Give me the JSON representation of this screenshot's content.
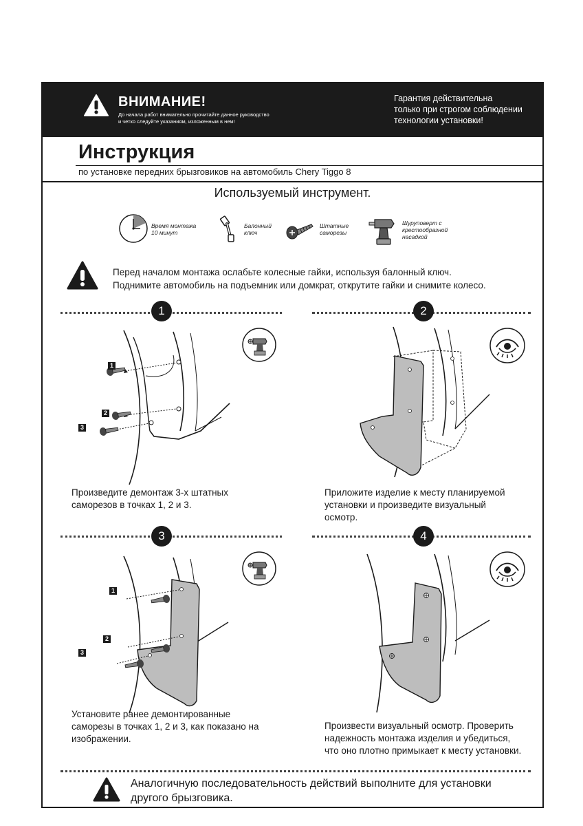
{
  "header": {
    "warning_title": "ВНИМАНИЕ!",
    "warning_line1": "До начала работ внимательно прочитайте данное руководство",
    "warning_line2": "и четко следуйте указаниям, изложенным в нем!",
    "guarantee_line1": "Гарантия действительна",
    "guarantee_line2": "только при строгом соблюдении",
    "guarantee_line3": "технологии установки!"
  },
  "document": {
    "title": "Инструкция",
    "subtitle": "по установке передних брызговиков на автомобиль Chery Tiggo 8"
  },
  "tools": {
    "title": "Используемый инструмент.",
    "items": [
      {
        "icon": "clock-icon",
        "line1": "Время монтажа",
        "line2": "10 минут"
      },
      {
        "icon": "wheel-wrench-icon",
        "line1": "Балонный",
        "line2": "ключ"
      },
      {
        "icon": "screw-icon",
        "line1": "Штатные",
        "line2": "саморезы"
      },
      {
        "icon": "screwdriver-drill-icon",
        "line1": "Шуруповерт с",
        "line2": "крестообразной",
        "line3": "насадкой"
      }
    ]
  },
  "pre_note": {
    "line1": "Перед началом монтажа ослабьте колесные гайки, используя балонный ключ.",
    "line2": "Поднимите автомобиль на подъемник или домкрат, открутите гайки и снимите колесо."
  },
  "steps": [
    {
      "number": "1",
      "icon": "drill-icon",
      "text1": "Произведите демонтаж 3-х штатных",
      "text2": "саморезов в точках 1, 2 и 3.",
      "labels": [
        "1",
        "2",
        "3"
      ]
    },
    {
      "number": "2",
      "icon": "eye-icon",
      "text1": "Приложите изделие к месту планируемой",
      "text2": "установки и произведите визуальный",
      "text3": "осмотр."
    },
    {
      "number": "3",
      "icon": "drill-icon",
      "text1": "Установите ранее демонтированные",
      "text2": "саморезы в точках 1, 2 и 3, как показано на",
      "text3": "изображении.",
      "labels": [
        "1",
        "2",
        "3"
      ]
    },
    {
      "number": "4",
      "icon": "eye-icon",
      "text1": "Произвести визуальный осмотр. Проверить",
      "text2": "надежность монтажа изделия и убедиться,",
      "text3": "что оно плотно примыкает к месту установки."
    }
  ],
  "final_note": {
    "line1": "Аналогичную последовательность действий выполните для установки",
    "line2": "другого брызговика."
  }
}
